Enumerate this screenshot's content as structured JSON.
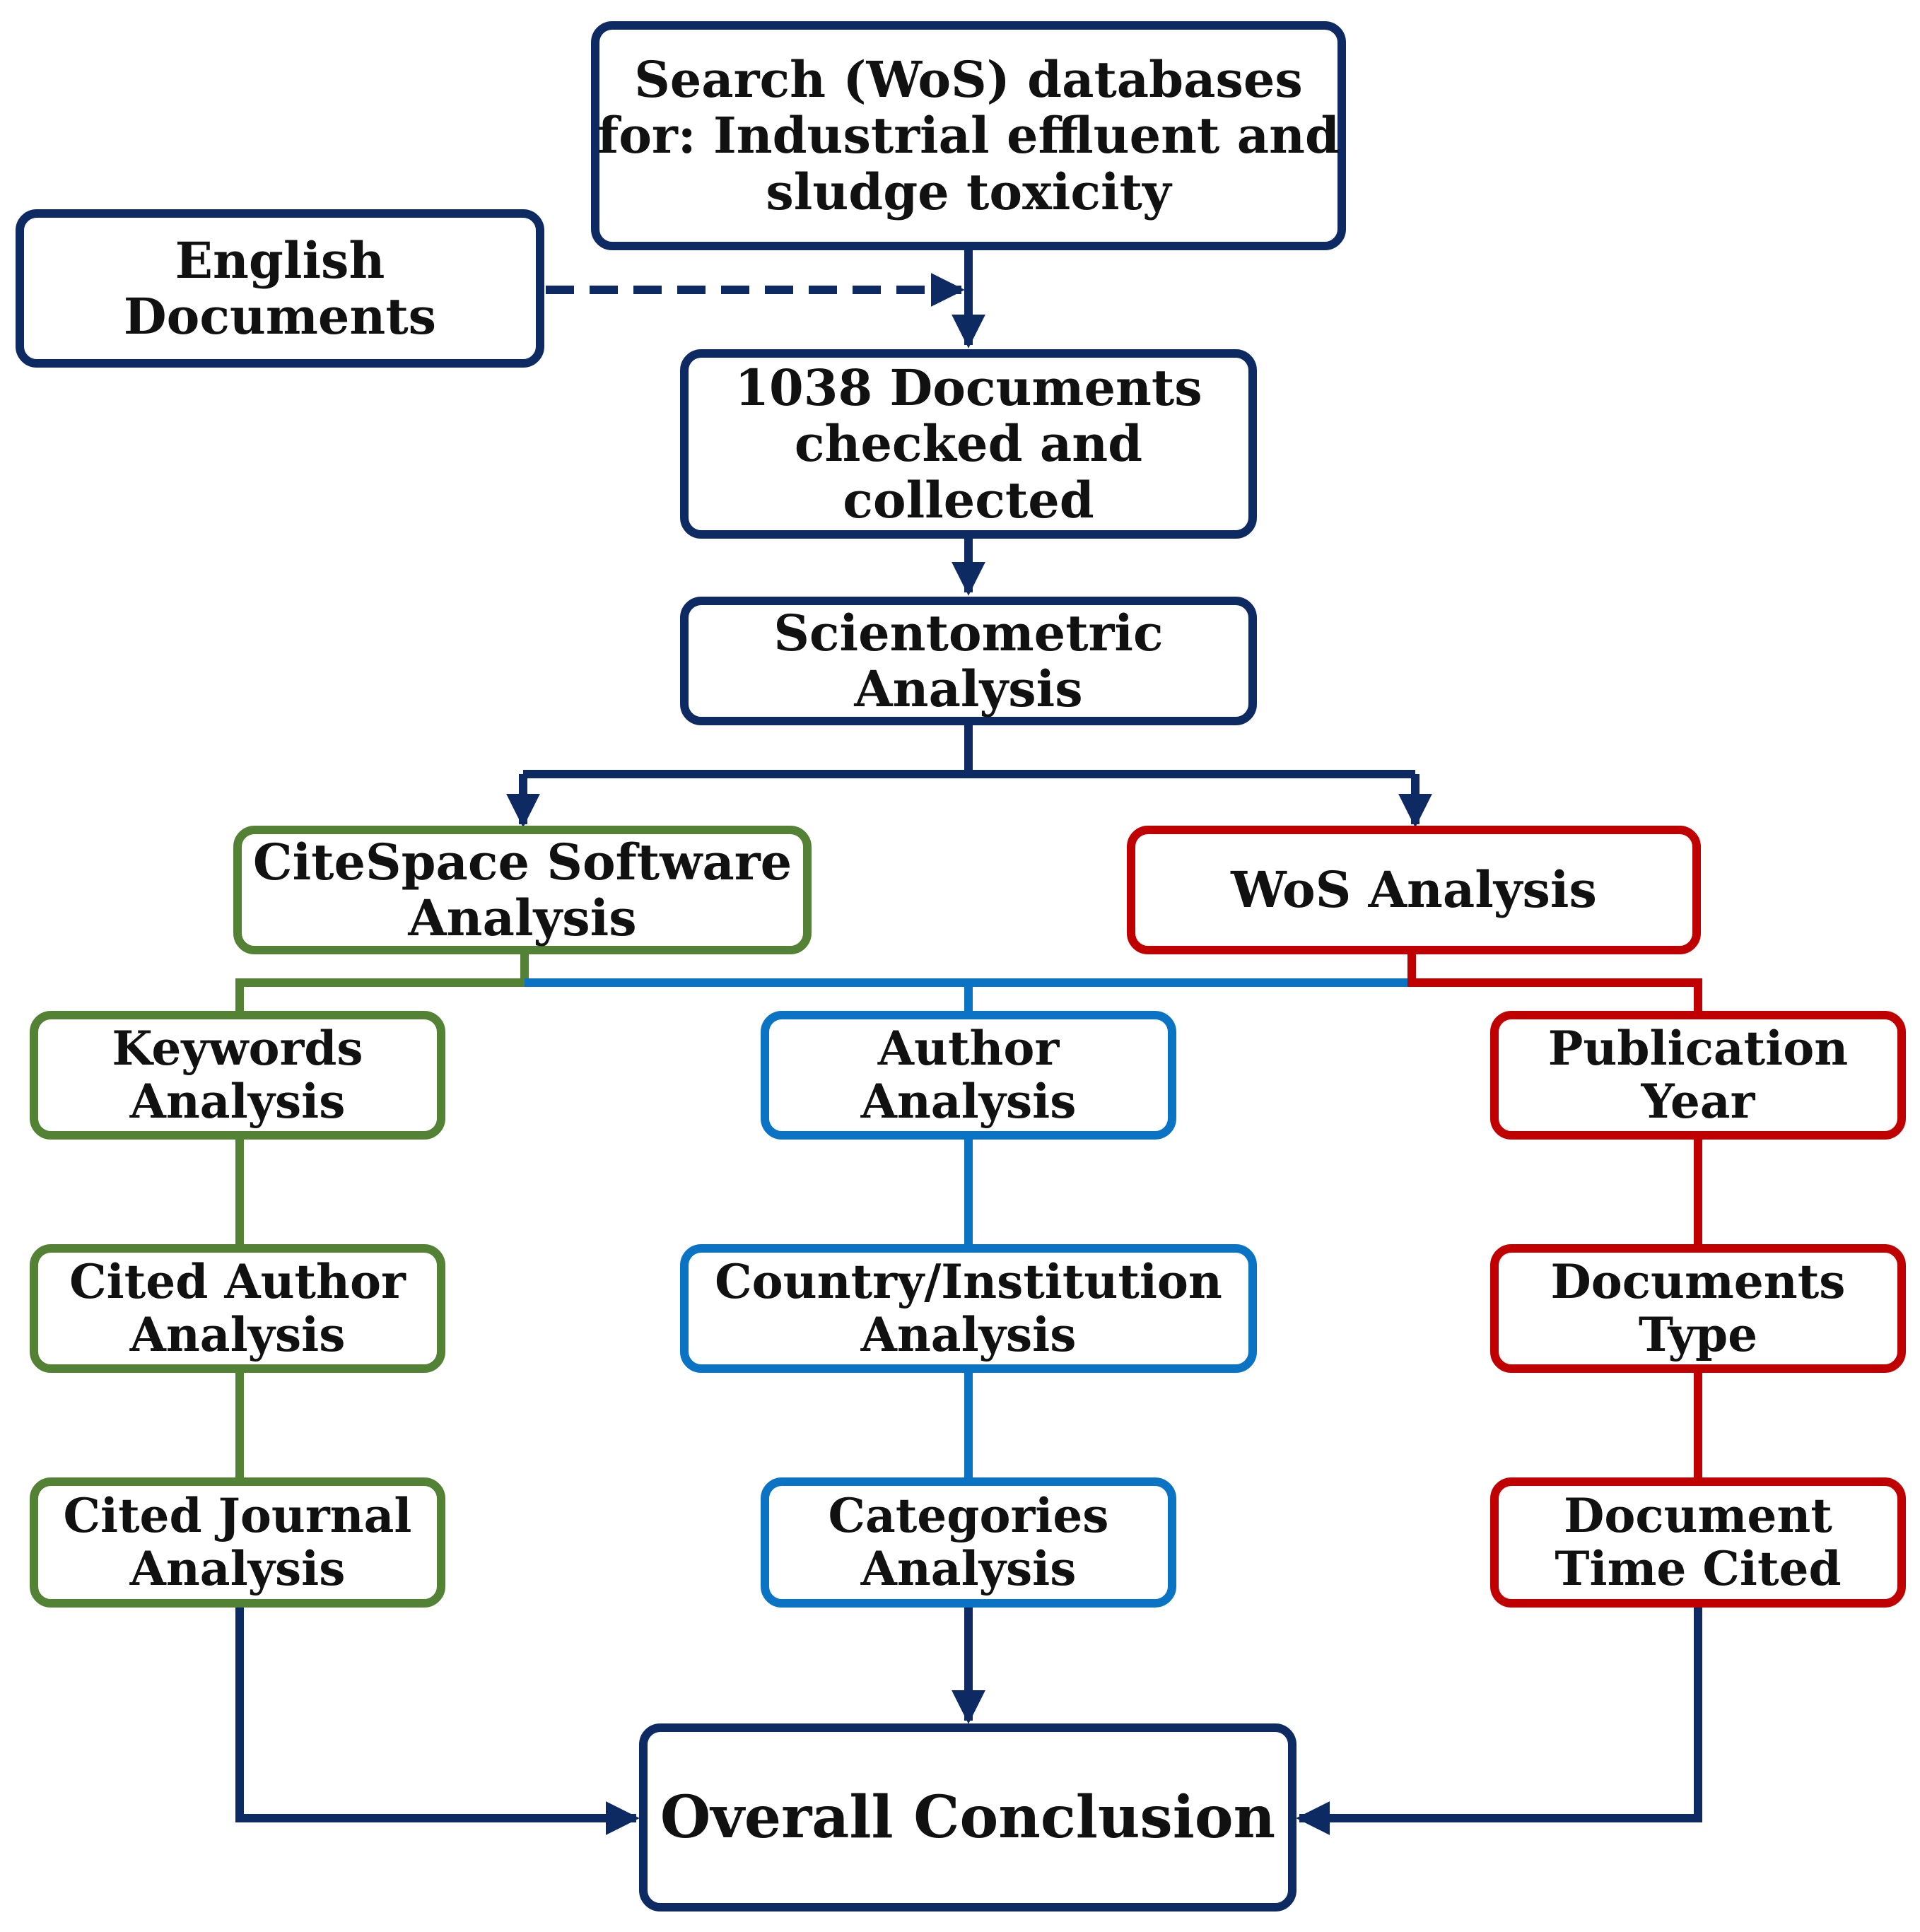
{
  "colors": {
    "navy": "#0d2a63",
    "green": "#548235",
    "blue": "#0b73c4",
    "red": "#c00000"
  },
  "nodes": {
    "search": {
      "lines": [
        "Search (WoS)  databases",
        "for: Industrial effluent and",
        "sludge toxicity"
      ]
    },
    "english": {
      "lines": [
        "English",
        "Documents"
      ]
    },
    "collected": {
      "lines": [
        "1038 Documents",
        "checked and",
        "collected"
      ]
    },
    "scientometric": {
      "lines": [
        "Scientometric",
        "Analysis"
      ]
    },
    "citespace": {
      "lines": [
        "CiteSpace Software",
        "Analysis"
      ]
    },
    "wos": {
      "lines": [
        "WoS Analysis"
      ]
    },
    "keywords": {
      "lines": [
        "Keywords",
        "Analysis"
      ]
    },
    "author": {
      "lines": [
        "Author",
        "Analysis"
      ]
    },
    "pubyear": {
      "lines": [
        "Publication",
        "Year"
      ]
    },
    "citedauthor": {
      "lines": [
        "Cited Author",
        "Analysis"
      ]
    },
    "country": {
      "lines": [
        "Country/Institution",
        "Analysis"
      ]
    },
    "doctype": {
      "lines": [
        "Documents",
        "Type"
      ]
    },
    "citedjournal": {
      "lines": [
        "Cited Journal",
        "Analysis"
      ]
    },
    "categories": {
      "lines": [
        "Categories",
        "Analysis"
      ]
    },
    "timecited": {
      "lines": [
        "Document",
        "Time Cited"
      ]
    },
    "conclusion": {
      "lines": [
        "Overall Conclusion"
      ]
    }
  }
}
